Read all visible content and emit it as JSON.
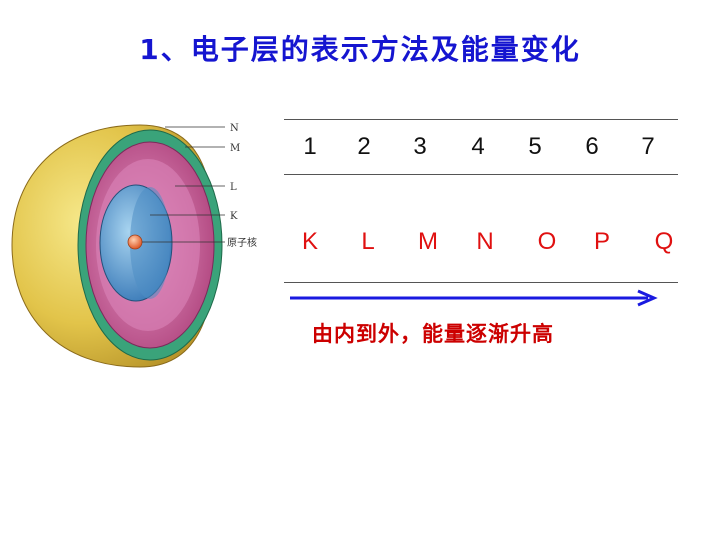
{
  "title": "1、电子层的表示方法及能量变化",
  "diagram": {
    "labels": [
      "N",
      "M",
      "L",
      "K",
      "原子核"
    ]
  },
  "table": {
    "numbers": [
      "1",
      "2",
      "3",
      "4",
      "5",
      "6",
      "7"
    ],
    "letters": [
      "K",
      "L",
      "M",
      "N",
      "O",
      "P",
      "Q"
    ]
  },
  "caption": "由内到外，能量逐渐升高",
  "colors": {
    "title": "#1515d0",
    "letters": "#e01010",
    "caption": "#cc0000",
    "arrow": "#1a1ae0"
  }
}
